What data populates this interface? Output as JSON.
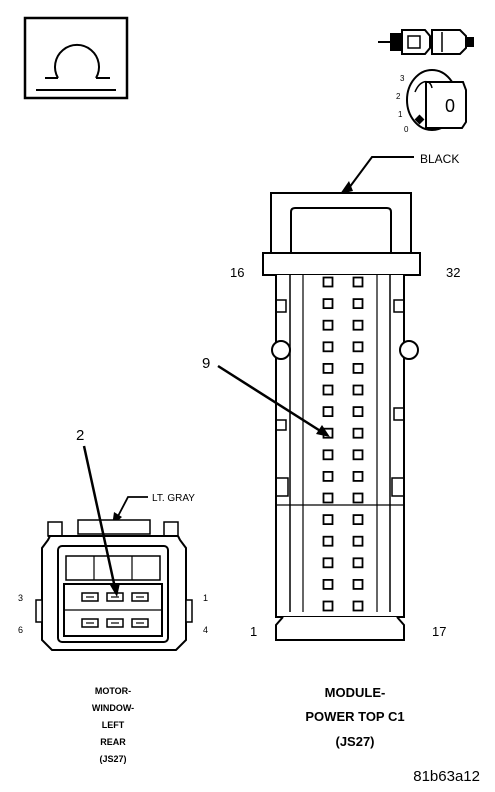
{
  "meter_icon": {
    "name": "ohmmeter-icon"
  },
  "probe_icon": {
    "name": "test-probe-icon"
  },
  "switch_icon": {
    "name": "ignition-switch-icon",
    "positions": [
      "3",
      "2",
      "1",
      "0"
    ],
    "key_label": "0"
  },
  "module_connector": {
    "color_label": "BLACK",
    "pin_top_left": "16",
    "pin_top_right": "32",
    "pin_bottom_left": "1",
    "pin_bottom_right": "17",
    "callout_pin": "9",
    "name_lines": [
      "MODULE-",
      "POWER TOP C1",
      "(JS27)"
    ]
  },
  "motor_connector": {
    "color_label": "LT. GRAY",
    "callout_pin": "2",
    "pin_top_left": "3",
    "pin_top_right": "1",
    "pin_bottom_left": "6",
    "pin_bottom_right": "4",
    "name_lines": [
      "MOTOR-",
      "WINDOW-",
      "LEFT",
      "REAR",
      "(JS27)"
    ]
  },
  "figure_id": "81b63a12"
}
